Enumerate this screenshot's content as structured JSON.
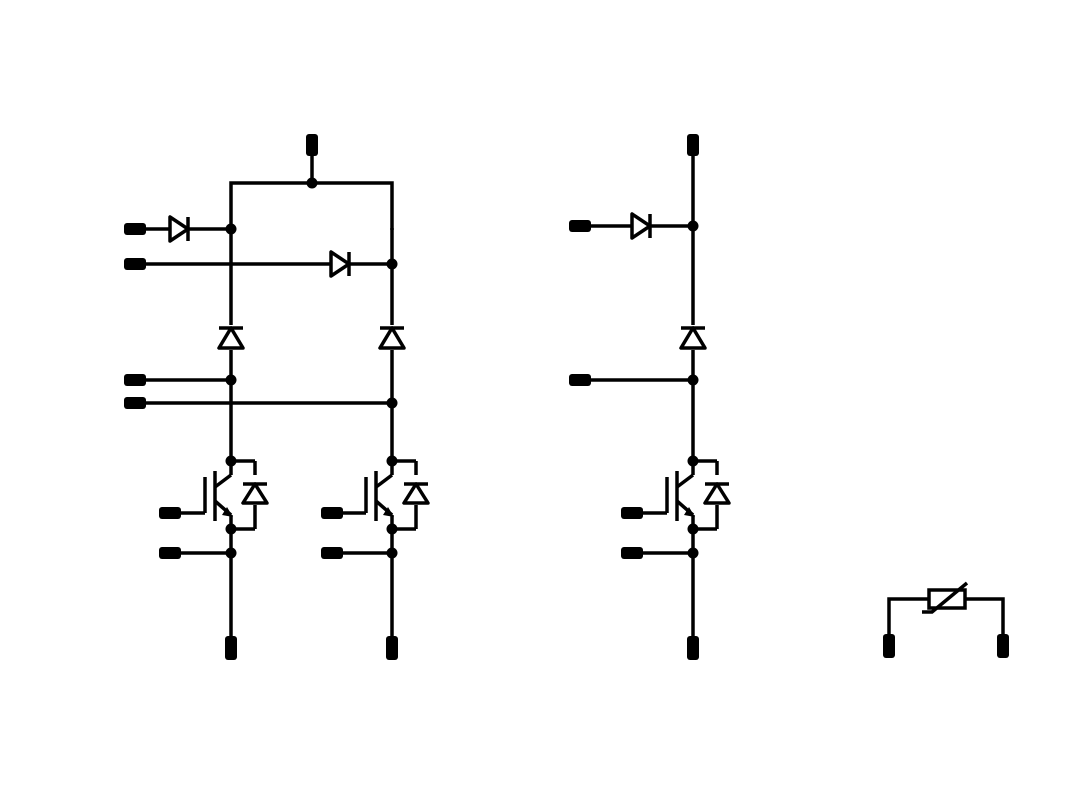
{
  "diagram": {
    "type": "circuit-schematic",
    "background_color": "#ffffff",
    "line_color": "#000000",
    "sections": [
      {
        "name": "dual-leg-bridge",
        "components": [
          "diode",
          "diode",
          "diode",
          "diode",
          "igbt",
          "igbt",
          "freewheel-diode",
          "freewheel-diode"
        ]
      },
      {
        "name": "single-leg",
        "components": [
          "diode",
          "diode",
          "igbt",
          "freewheel-diode"
        ]
      },
      {
        "name": "ntc-thermistor",
        "components": [
          "thermistor"
        ]
      }
    ]
  }
}
